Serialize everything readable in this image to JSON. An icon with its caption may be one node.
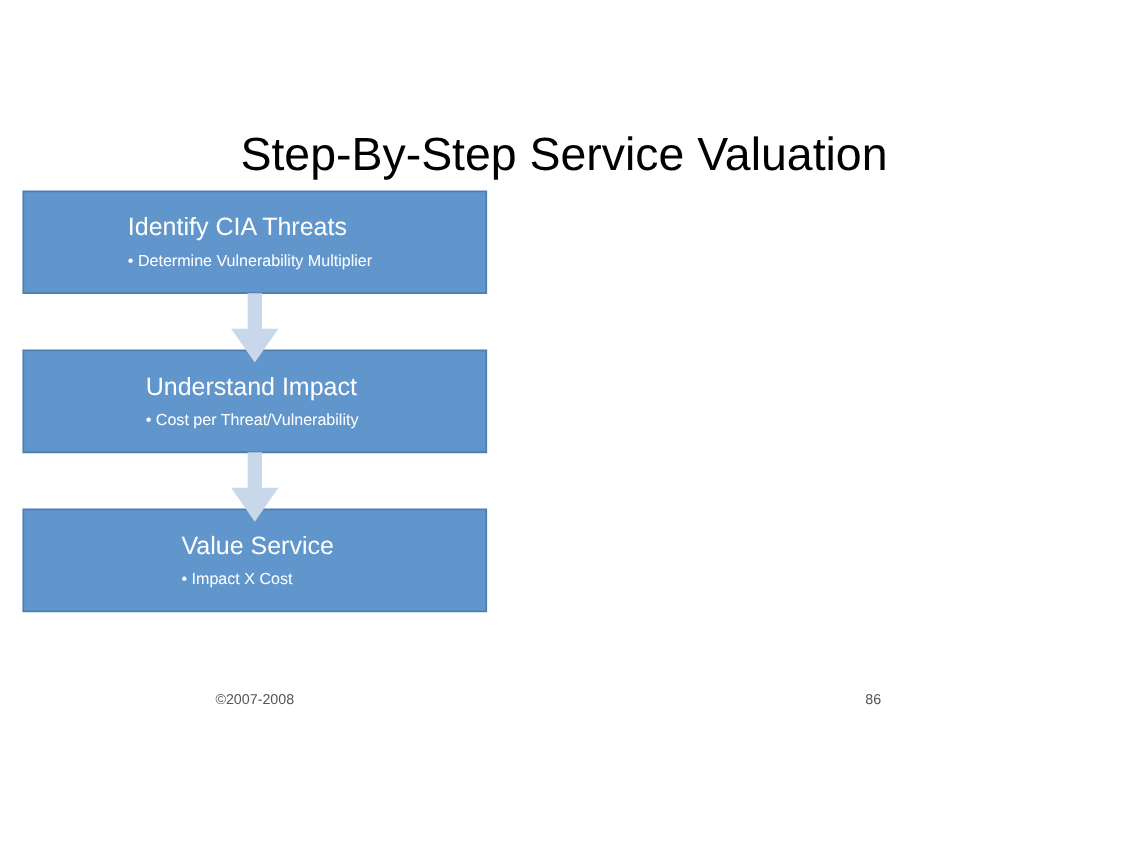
{
  "diagram": {
    "title": "Step-By-Step Service Valuation",
    "nodes": [
      {
        "text": [
          "Identify CIA Threats",
          "• Determine Vulnerability Multiplier"
        ]
      },
      {
        "text": [
          "Understand Impact",
          "• Cost per Threat/Vulnerability"
        ]
      },
      {
        "text": [
          "Value Service",
          "• Impact X Cost"
        ]
      }
    ],
    "edges": [
      {
        "from": 0,
        "to": 1,
        "arrow": "to"
      },
      {
        "from": 1,
        "to": 2,
        "arrow": "to"
      }
    ],
    "labels": [
      "©2007-2008",
      "86"
    ]
  }
}
